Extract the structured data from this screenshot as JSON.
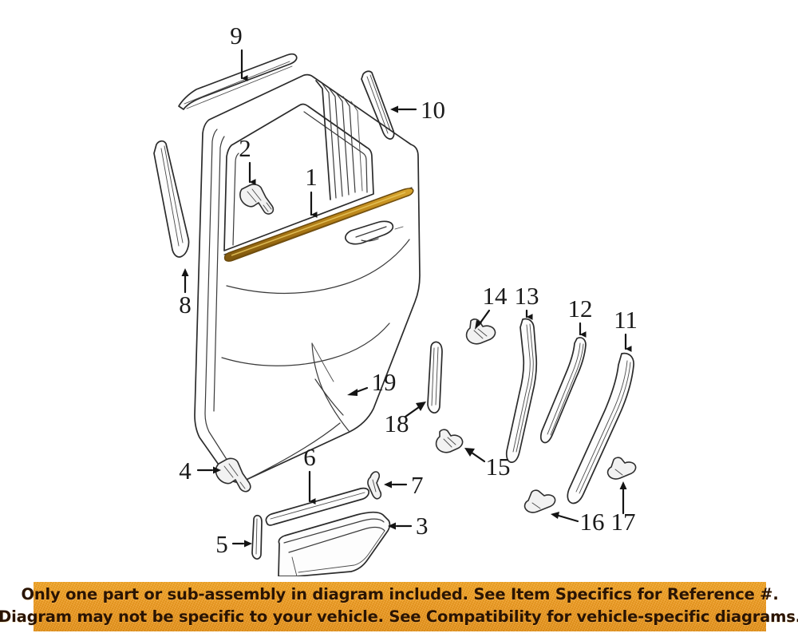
{
  "diagram": {
    "title": "Rear door exterior trim exploded parts diagram",
    "highlight_color": "#c08a1c",
    "highlight_shadow_color": "#8a6010",
    "line_color": "#2b2b2b",
    "background_color": "#ffffff",
    "highlighted_item": "1",
    "callouts": [
      {
        "id": "1",
        "label": "1",
        "name": "door-belt-molding-weatherstrip",
        "highlighted": true
      },
      {
        "id": "2",
        "label": "2",
        "name": "screw-clip-upper",
        "highlighted": false
      },
      {
        "id": "3",
        "label": "3",
        "name": "lower-door-body-side-molding",
        "highlighted": false
      },
      {
        "id": "4",
        "label": "4",
        "name": "molding-retainer-clip",
        "highlighted": false
      },
      {
        "id": "5",
        "label": "5",
        "name": "molding-end-cap",
        "highlighted": false
      },
      {
        "id": "6",
        "label": "6",
        "name": "upper-edge-molding-strip",
        "highlighted": false
      },
      {
        "id": "7",
        "label": "7",
        "name": "molding-bracket",
        "highlighted": false
      },
      {
        "id": "8",
        "label": "8",
        "name": "rear-door-run-channel-weatherstrip",
        "highlighted": false
      },
      {
        "id": "9",
        "label": "9",
        "name": "upper-roof-drip-molding",
        "highlighted": false
      },
      {
        "id": "10",
        "label": "10",
        "name": "door-frame-pillar-applique",
        "highlighted": false
      },
      {
        "id": "11",
        "label": "11",
        "name": "wheel-arch-flare-outer",
        "highlighted": false
      },
      {
        "id": "12",
        "label": "12",
        "name": "wheel-arch-flare-seal",
        "highlighted": false
      },
      {
        "id": "13",
        "label": "13",
        "name": "wheel-opening-molding",
        "highlighted": false
      },
      {
        "id": "14",
        "label": "14",
        "name": "wheel-arch-retainer-clip",
        "highlighted": false
      },
      {
        "id": "15",
        "label": "15",
        "name": "arch-molding-clip",
        "highlighted": false
      },
      {
        "id": "16",
        "label": "16",
        "name": "flare-mounting-screw",
        "highlighted": false
      },
      {
        "id": "17",
        "label": "17",
        "name": "flare-mounting-screw-upper",
        "highlighted": false
      },
      {
        "id": "18",
        "label": "18",
        "name": "door-edge-protector-strip",
        "highlighted": false
      },
      {
        "id": "19",
        "label": "19",
        "name": "door-lower-corner-trim",
        "highlighted": false
      }
    ]
  },
  "notice": {
    "line1": "Only one part or sub-assembly in diagram included. See Item Specifics for Reference #.",
    "line2": "Diagram may not be specific to your vehicle. See Compatibility for vehicle-specific diagrams.",
    "background_color": "#f09a1c",
    "text_color": "#2a1403"
  }
}
